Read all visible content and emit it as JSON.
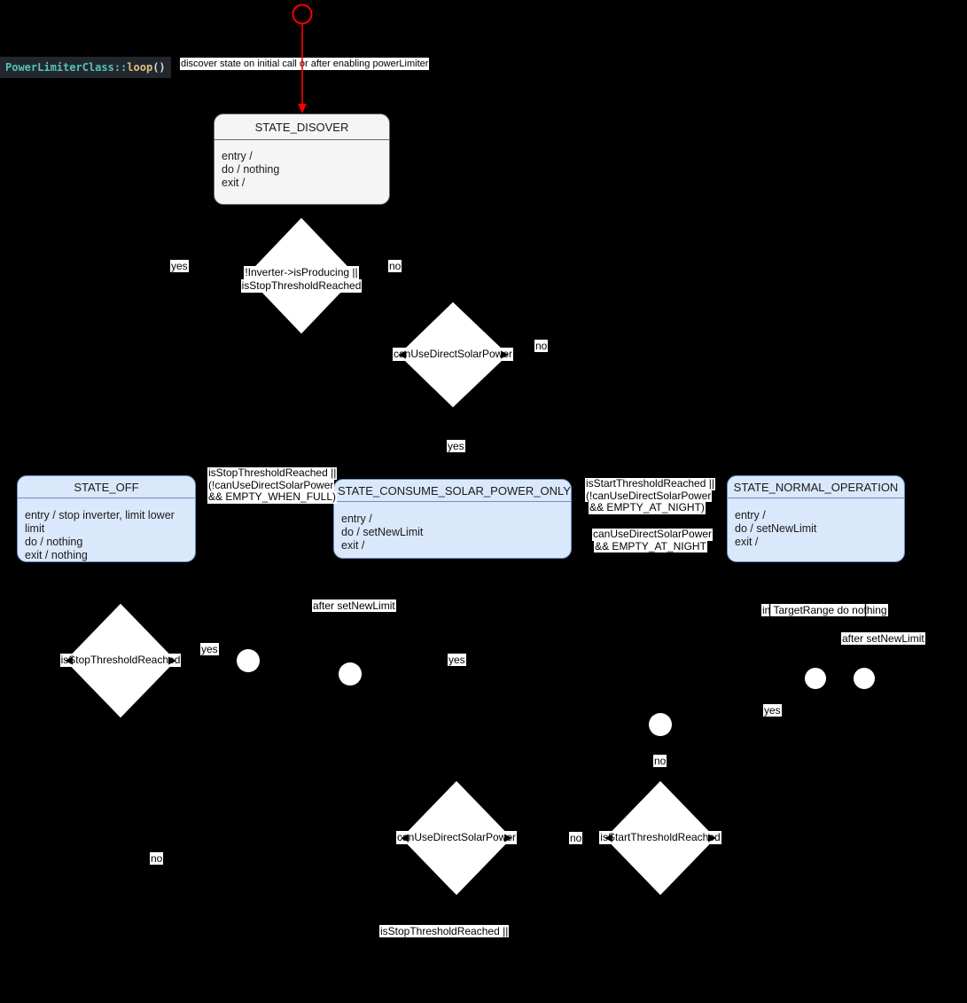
{
  "code_label": {
    "class_name": "PowerLimiterClass",
    "scope_operator": "::",
    "method_name": "loop",
    "parentheses": "()"
  },
  "colors": {
    "background": "#000000",
    "state_blue_fill": "#dae8fc",
    "state_blue_border": "#6c8ebf",
    "state_gray_fill": "#f5f5f5",
    "state_gray_border": "#666666",
    "shape_white": "#ffffff",
    "arrow_red": "#ff0000",
    "label_bg": "#ffffff",
    "code_bg": "#22272e",
    "code_teal": "#56c2b8",
    "code_yellow": "#e5c07b"
  },
  "states": {
    "discover": {
      "title": "STATE_DISOVER",
      "entry": "entry /",
      "do": "do / nothing",
      "exit": "exit /"
    },
    "off": {
      "title": "STATE_OFF",
      "entry": "entry / stop inverter, limit lower limit",
      "do": "do / nothing",
      "exit": "exit / nothing"
    },
    "consume": {
      "title": "STATE_CONSUME_SOLAR_POWER_ONLY",
      "entry": "entry /",
      "do": "do / setNewLimit",
      "exit": "exit /"
    },
    "normal": {
      "title": "STATE_NORMAL_OPERATION",
      "entry": "entry /",
      "do": "do / setNewLimit",
      "exit": "exit /"
    }
  },
  "decisions": {
    "producing": {
      "line1": "!Inverter->isProducing ||",
      "line2": "isStopThresholdReached"
    },
    "solar_top": {
      "label": "canUseDirectSolarPower"
    },
    "stop_left": {
      "label": "isStopThresholdReached"
    },
    "solar_bottom": {
      "label": "canUseDirectSolarPower"
    },
    "start_bottom": {
      "label": "isStartThresholdReached"
    }
  },
  "guards": {
    "off_guard": [
      "isStopThresholdReached ||",
      "(!canUseDirectSolarPower",
      "&& EMPTY_WHEN_FULL)"
    ],
    "night_guard": [
      "isStartThresholdReached ||",
      "(!canUseDirectSolarPower",
      "&& EMPTY_AT_NIGHT)"
    ],
    "solar_night_guard": [
      "canUseDirectSolarPower",
      "&& EMPTY_AT_NIGHT"
    ]
  },
  "annotations": {
    "discover": "discover state on initial call or after enabling powerLimiter",
    "after_set_new_limit_left": "after setNewLimit",
    "after_set_new_limit_right": "after setNewLimit",
    "in_target_range": "in TargetRange do nothing",
    "stop_threshold_bottom": "isStopThresholdReached ||"
  },
  "branches": {
    "yes_producing": "yes",
    "no_producing": "no",
    "no_solar_top": "no",
    "yes_solar_top": "yes",
    "yes_stop_left": "yes",
    "yes_mid": "yes",
    "yes_right": "yes",
    "no_mid_junction": "no",
    "no_between_bottom": "no",
    "no_bottom_left": "no"
  }
}
